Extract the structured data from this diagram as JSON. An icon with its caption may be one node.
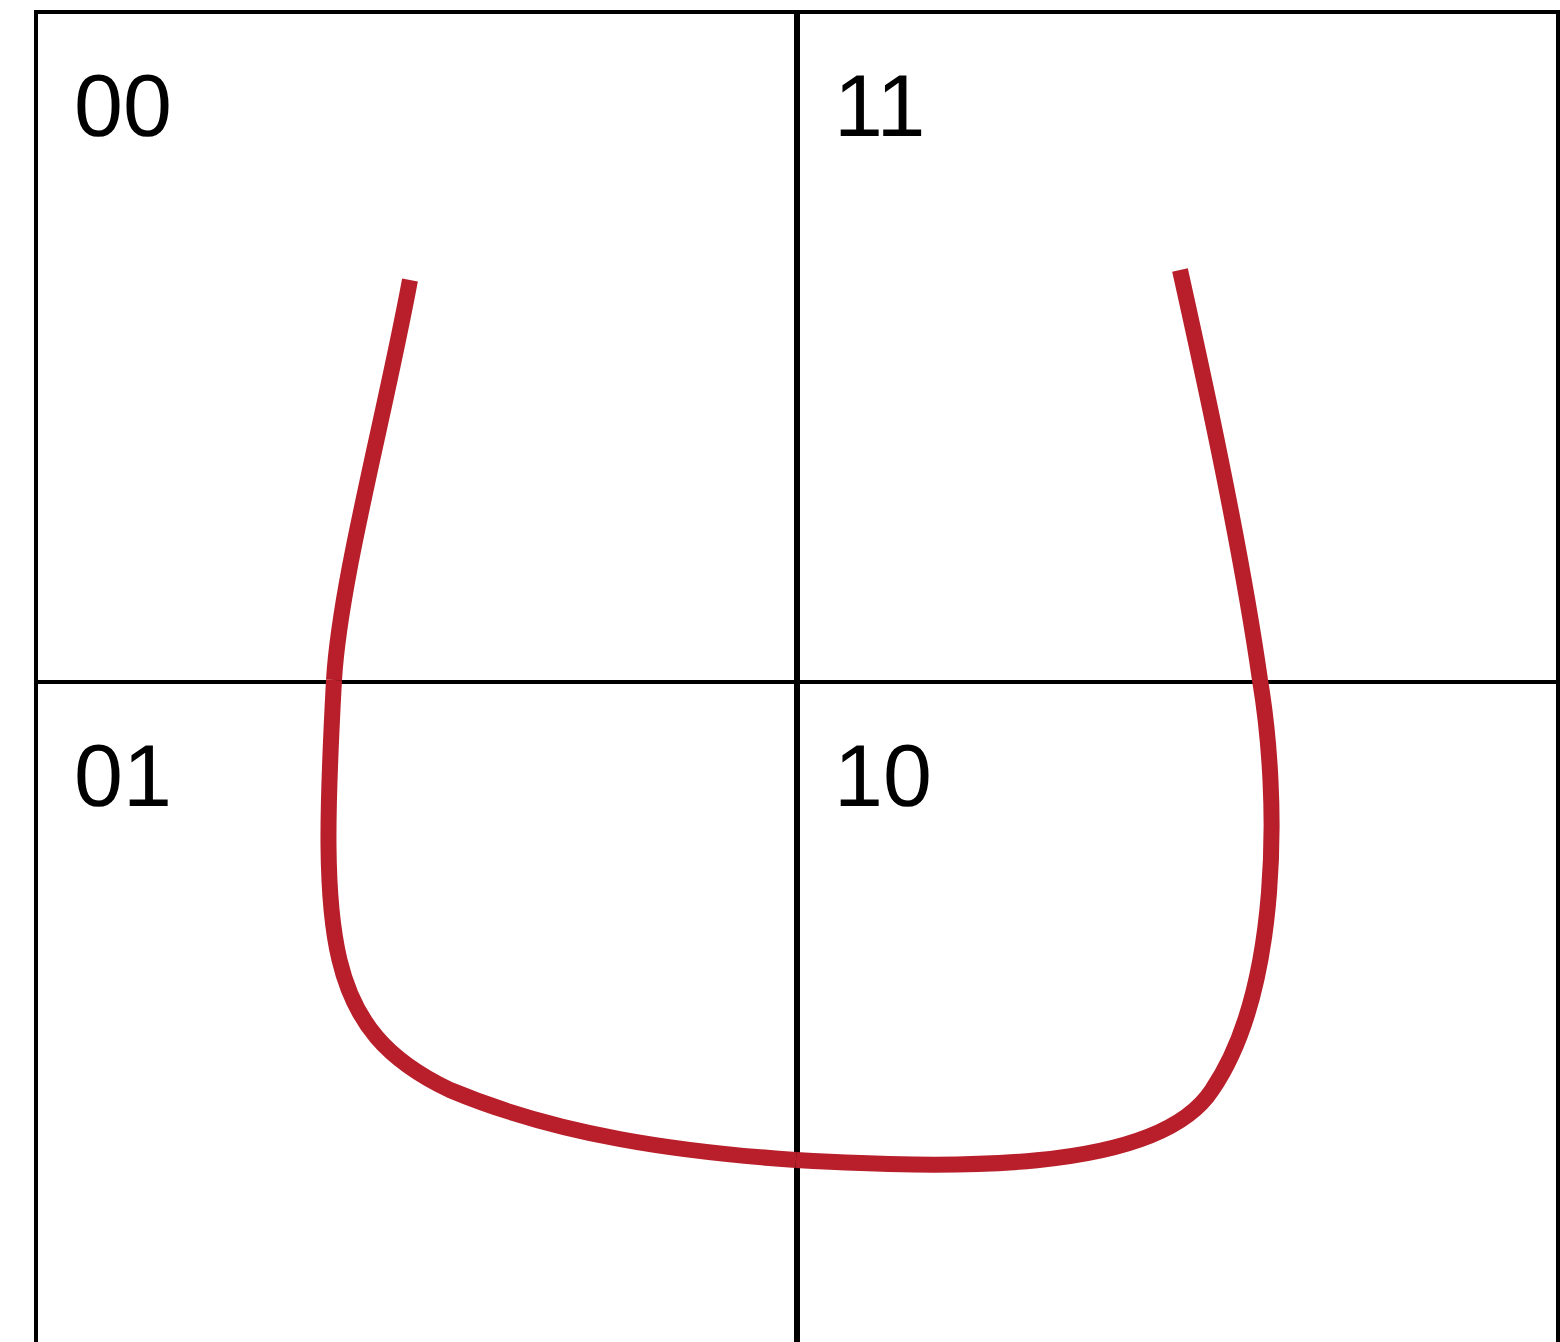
{
  "diagram": {
    "nodes": [
      {
        "text": [
          "00"
        ]
      },
      {
        "text": [
          "11"
        ]
      },
      {
        "text": [
          "01"
        ]
      },
      {
        "text": [
          "10"
        ]
      }
    ],
    "edges": [
      {
        "from": 0,
        "to": 2,
        "arrow": "none"
      },
      {
        "from": 2,
        "to": 3,
        "arrow": "none"
      },
      {
        "from": 3,
        "to": 1,
        "arrow": "none"
      }
    ]
  }
}
